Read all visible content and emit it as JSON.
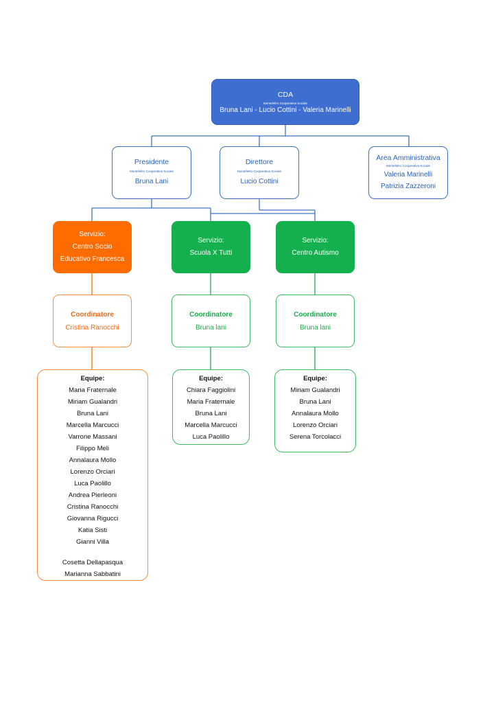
{
  "colors": {
    "blue_dark": "#3e6fd0",
    "blue_line": "#3b73c4",
    "orange": "#fe6b01",
    "green": "#15b04e"
  },
  "cda": {
    "title": "CDA",
    "subtitle": "Montefeltro Cooperativa Sociale",
    "names": "Bruna Lani - Lucio Cottini - Valeria Marinelli"
  },
  "presidente": {
    "title": "Presidente",
    "subtitle": "Montefeltro Cooperativa Sociale",
    "name": "Bruna Lani"
  },
  "direttore": {
    "title": "Direttore",
    "subtitle": "Montefeltro Cooperativa Sociale",
    "name": "Lucio Cottini"
  },
  "area_amministrativa": {
    "title": "Area Amministrativa",
    "subtitle": "Montefeltro Cooperativa Sociale",
    "names": [
      "Valeria Marinelli",
      "Patrizia Zazzeroni"
    ]
  },
  "services": [
    {
      "label": "Servizio:",
      "name_lines": [
        "Centro Socio",
        "Educativo Francesca"
      ],
      "coordinator_title": "Coordinatore",
      "coordinator_name": "Cristina Ranocchi",
      "team_title": "Equipe:",
      "team_members": [
        "Maria Fraternale",
        "Miriam Gualandri",
        "Bruna Lani",
        "Marcella Marcucci",
        "Varrone Massani",
        "Filippo Meli",
        "Annalaura Mollo",
        "Lorenzo Orciari",
        "Luca Paolillo",
        "Andrea Pierleoni",
        "Cristina Ranocchi",
        "Giovanna Rigucci",
        "Katia Sisti",
        "Gianni Villa"
      ],
      "team_extra": [
        "Cosetta Dellapasqua",
        "Marianna Sabbatini"
      ]
    },
    {
      "label": "Servizio:",
      "name_lines": [
        "Scuola X Tutti"
      ],
      "coordinator_title": "Coordinatore",
      "coordinator_name": "Bruna lani",
      "team_title": "Equipe:",
      "team_members": [
        "Chiara Faggiolini",
        "Maria Fraternale",
        "Bruna Lani",
        "Marcella Marcucci",
        "Luca Paolillo"
      ]
    },
    {
      "label": "Servizio:",
      "name_lines": [
        "Centro Autismo"
      ],
      "coordinator_title": "Coordinatore",
      "coordinator_name": "Bruna lani",
      "team_title": "Equipe:",
      "team_members": [
        "Miriam Gualandri",
        "Bruna Lani",
        "Annalaura Mollo",
        "Lorenzo Orciari",
        "Serena Torcolacci"
      ]
    }
  ]
}
